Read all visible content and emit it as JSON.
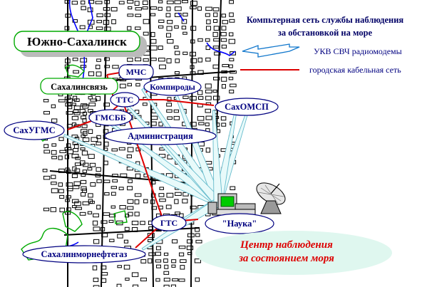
{
  "title": {
    "line1": "Компьтерная сеть службы наблюдения",
    "line2": "за обстановкой на море"
  },
  "legend": {
    "radio_label": "УКВ СВЧ радиомодемы",
    "cable_label": "городская кабельная сеть"
  },
  "city_label": "Южно-Сахалинск",
  "nodes": {
    "mchs": "МЧС",
    "sakhalinsvyaz": "Сахалинсвязь",
    "komprirody": "Компироды",
    "tts": "ТТС",
    "gmsbb": "ГМСББ",
    "sakhomsp": "СахОМСП",
    "sakhugms": "СахУГМС",
    "administratsiya": "Администрация",
    "gts": "ГТС",
    "nauka": "\"Наука\"",
    "sakhalinmorneftegaz": "Сахалинморнефтегаз"
  },
  "center": {
    "line1": "Центр наблюдения",
    "line2": "за состоянием моря"
  },
  "colors": {
    "map_streets": "#000000",
    "rivers": "#0000ff",
    "green_areas": "#00aa00",
    "cable": "#dd0000",
    "radio_beam": "#99dddd",
    "node_text": "#000080",
    "center_text": "#dd0000",
    "center_fill": "#dff7ef"
  },
  "icons": [
    "satellite-dish-icon",
    "computer-workstation-icon"
  ]
}
